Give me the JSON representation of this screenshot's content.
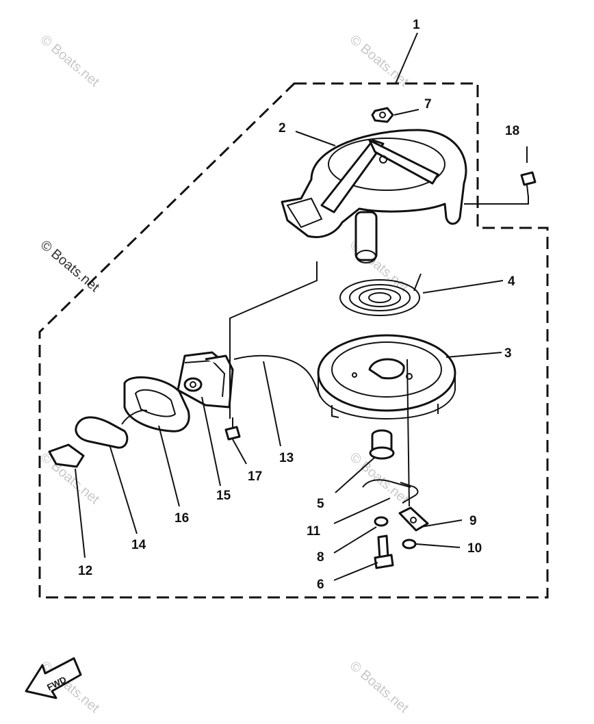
{
  "callouts": [
    {
      "id": "1",
      "label": "1"
    },
    {
      "id": "2",
      "label": "2"
    },
    {
      "id": "3",
      "label": "3"
    },
    {
      "id": "4",
      "label": "4"
    },
    {
      "id": "5",
      "label": "5"
    },
    {
      "id": "6",
      "label": "6"
    },
    {
      "id": "7",
      "label": "7"
    },
    {
      "id": "8",
      "label": "8"
    },
    {
      "id": "9",
      "label": "9"
    },
    {
      "id": "10",
      "label": "10"
    },
    {
      "id": "11",
      "label": "11"
    },
    {
      "id": "12",
      "label": "12"
    },
    {
      "id": "13",
      "label": "13"
    },
    {
      "id": "14",
      "label": "14"
    },
    {
      "id": "15",
      "label": "15"
    },
    {
      "id": "16",
      "label": "16"
    },
    {
      "id": "17",
      "label": "17"
    },
    {
      "id": "18",
      "label": "18"
    }
  ],
  "direction_arrow": {
    "label": "FWD"
  },
  "watermark": "© Boats.net",
  "colors": {
    "ink": "#111111",
    "paper": "#ffffff",
    "watermark": "#c8c8c8"
  }
}
